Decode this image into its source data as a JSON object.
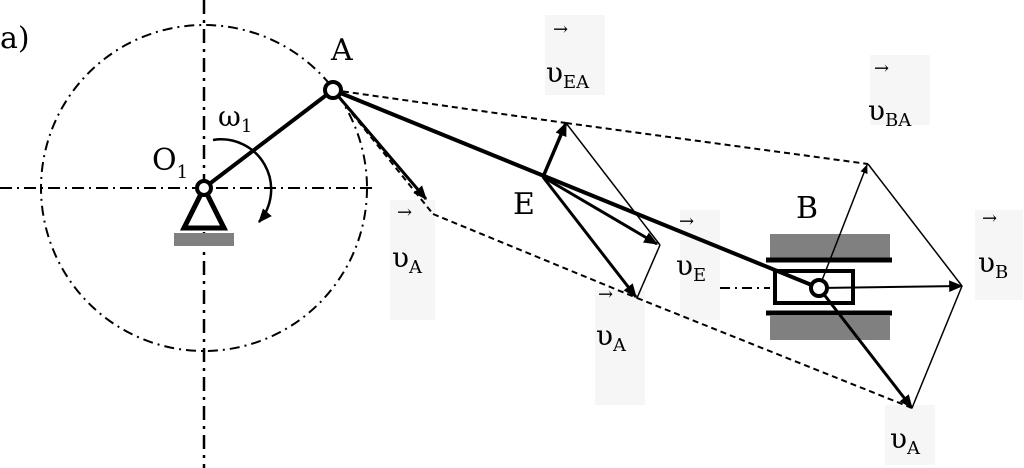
{
  "figure": {
    "panel_label": "a)"
  },
  "labels": {
    "point_A": "A",
    "point_B": "B",
    "point_E": "E",
    "pivot_O": "O",
    "pivot_O_sub": "1",
    "omega": "ω",
    "omega_sub": "1",
    "v_symbol": "υ",
    "vec_arrow": "→",
    "sub_A": "A",
    "sub_EA": "EA",
    "sub_BA": "BA",
    "sub_E": "E",
    "sub_B": "B"
  },
  "colors": {
    "ink": "#000000",
    "ground": "#808080",
    "shade": "#f6f6f6"
  }
}
